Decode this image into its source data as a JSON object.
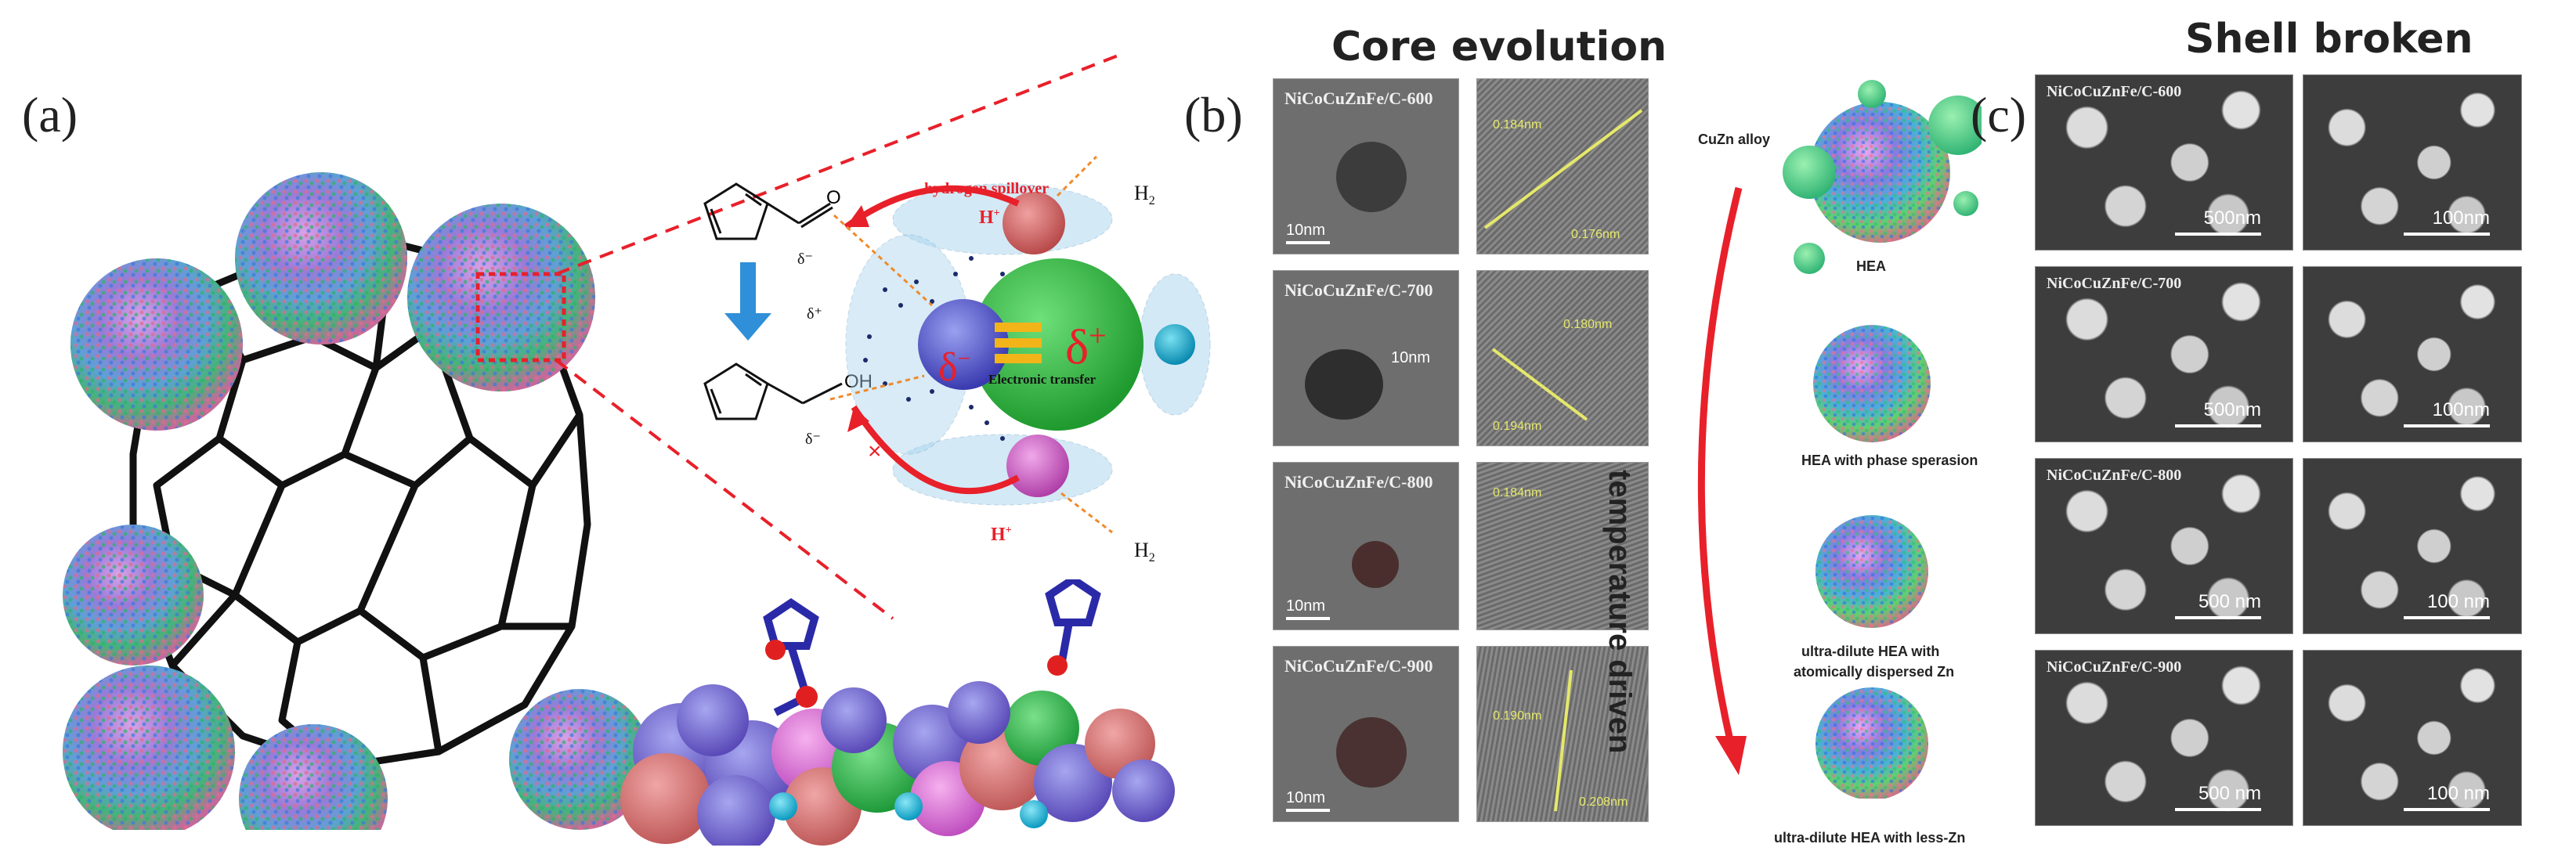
{
  "panels": {
    "a": {
      "label": "(a)",
      "hydrogen_spillover": "hydrogen spillover",
      "h2_top": "H",
      "h2_top_sub": "2",
      "h2_bottom": "H",
      "h2_bottom_sub": "2",
      "h_plus_top": "H",
      "h_plus_bottom": "H",
      "plus_sup": "+",
      "delta_plus": "δ",
      "delta_minus": "δ",
      "delta_plus_sup": "+",
      "delta_minus_sup": "−",
      "electronic_transfer": "Electronic transfer",
      "oh": "OH",
      "o": "O",
      "delta_small_1": "δ⁻",
      "delta_small_2": "δ⁺",
      "delta_small_3": "δ⁻",
      "cross": "×"
    },
    "b": {
      "label": "(b)",
      "title": "Core evolution",
      "micrographs": [
        {
          "caption": "NiCoCuZnFe/C-600",
          "scale": "10nm",
          "d1": "0.184nm",
          "d2": "0.176nm"
        },
        {
          "caption": "NiCoCuZnFe/C-700",
          "scale": "10nm",
          "d1": "0.180nm",
          "d2": "0.194nm"
        },
        {
          "caption": "NiCoCuZnFe/C-800",
          "scale": "10nm",
          "d1": "0.184nm",
          "d2": ""
        },
        {
          "caption": "NiCoCuZnFe/C-900",
          "scale": "10nm",
          "d1": "0.190nm",
          "d2": "0.208nm"
        }
      ],
      "temperature_label": "temperature driven",
      "stages": {
        "cuzn": "CuZn alloy",
        "hea": "HEA",
        "phase": "HEA with phase sperasion",
        "dispersed_1": "ultra-dilute HEA with",
        "dispersed_2": "atomically dispersed Zn",
        "lessZn": "ultra-dilute HEA with less-Zn"
      }
    },
    "c": {
      "label": "(c)",
      "title": "Shell broken",
      "rows": [
        {
          "caption": "NiCoCuZnFe/C-600",
          "scale_left": "500nm",
          "scale_right": "100nm"
        },
        {
          "caption": "NiCoCuZnFe/C-700",
          "scale_left": "500nm",
          "scale_right": "100nm"
        },
        {
          "caption": "NiCoCuZnFe/C-800",
          "scale_left": "500 nm",
          "scale_right": "100 nm"
        },
        {
          "caption": "NiCoCuZnFe/C-900",
          "scale_left": "500 nm",
          "scale_right": "100 nm"
        }
      ]
    }
  },
  "colors": {
    "accent_red": "#e8202a",
    "sphere_green": "#3ec24a",
    "sphere_blue": "#5a5ad6",
    "sphere_pink": "#d86ac8",
    "sphere_red": "#d26a6a",
    "sphere_cyan": "#18b6d8",
    "arrow_blue": "#2f8fd8"
  }
}
